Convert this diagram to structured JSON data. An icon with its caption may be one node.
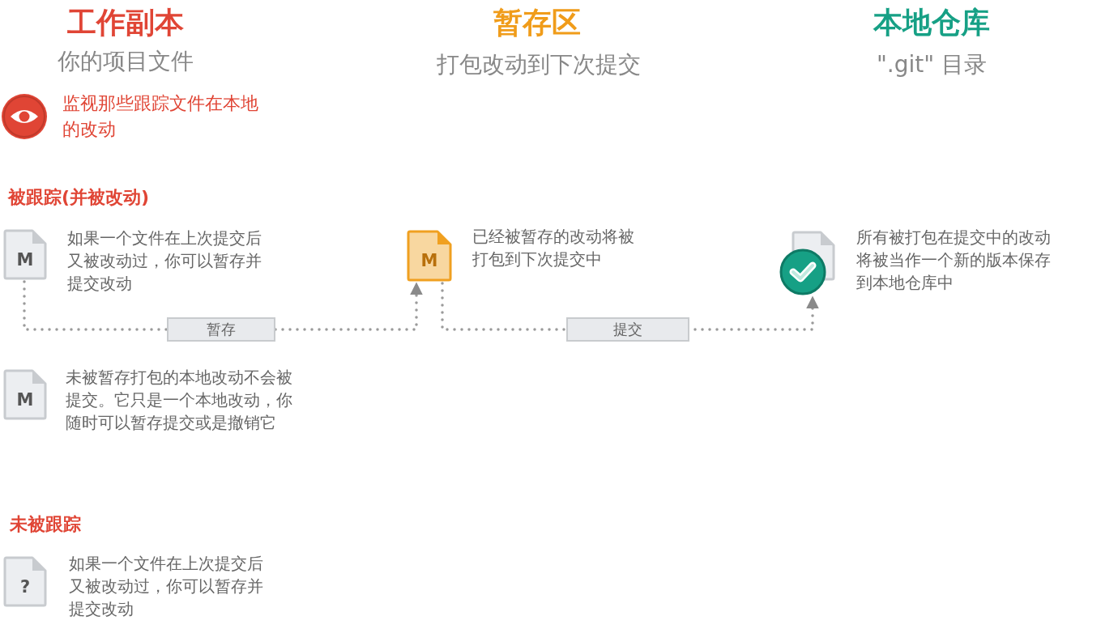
{
  "diagram": {
    "nodes": [
      {
        "text": [
          "M"
        ],
        "beside": [
          "如果一个文件在上次提交后又被改动过，你可以暂存并提交改动"
        ]
      },
      {
        "text": [
          "M"
        ],
        "beside": [
          "已经被暂存的改动将被打包到下次提交中"
        ]
      },
      {
        "text": [],
        "shape": "picture",
        "beside": [
          "所有被打包在提交中的改动将被当作一个新的版本保存到本地仓库中"
        ]
      },
      {
        "text": [
          "M"
        ],
        "beside": [
          "未被暂存打包的本地改动不会被提交。它只是一个本地改动，你随时可以暂存提交或是撤销它"
        ]
      },
      {
        "text": [
          "?"
        ],
        "beside": [
          "如果一个文件在上次提交后又被改动过，你可以暂存并提交改动"
        ]
      }
    ],
    "edges": [
      {
        "from": 0,
        "to": 1,
        "arrow": "to",
        "label": "暂存",
        "style": "dashed"
      },
      {
        "from": 1,
        "to": 2,
        "arrow": "to",
        "label": "提交",
        "style": "dashed"
      }
    ],
    "labels": [
      "工作副本",
      "你的项目文件",
      "暂存区",
      "打包改动到下次提交",
      "本地仓库",
      "\".git\" 目录",
      "监视那些跟踪文件在本地的改动",
      "被跟踪(并被改动)",
      "未被跟踪"
    ]
  }
}
